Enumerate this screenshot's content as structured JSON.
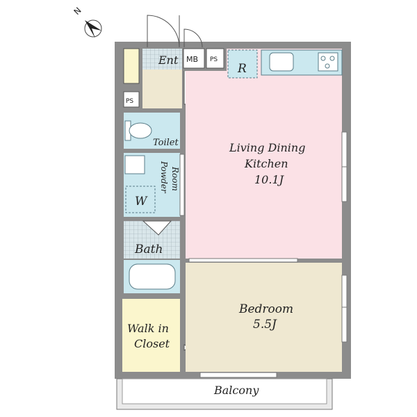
{
  "compass": {
    "label": "N",
    "icon": "north-arrow-icon"
  },
  "colors": {
    "wall": "#8c8c8c",
    "living": "#fbe1e6",
    "bedroom": "#efe8d1",
    "wet": "#cbe8ef",
    "closet": "#fbf6cd",
    "entry": "#efe8d1",
    "balcony": "#eaeaea"
  },
  "rooms": {
    "entrance": "Ent",
    "meter_box": "MB",
    "pipe_space_top": "PS",
    "pipe_space_left": "PS",
    "refrigerator": "R",
    "toilet": "Toilet",
    "powder_room": [
      "Powder",
      "Room"
    ],
    "washer": "W",
    "bath": "Bath",
    "living": {
      "name": [
        "Living Dining",
        "Kitchen"
      ],
      "size": "10.1J"
    },
    "bedroom": {
      "name": "Bedroom",
      "size": "5.5J"
    },
    "closet": [
      "Walk in",
      "Closet"
    ],
    "balcony": "Balcony"
  }
}
